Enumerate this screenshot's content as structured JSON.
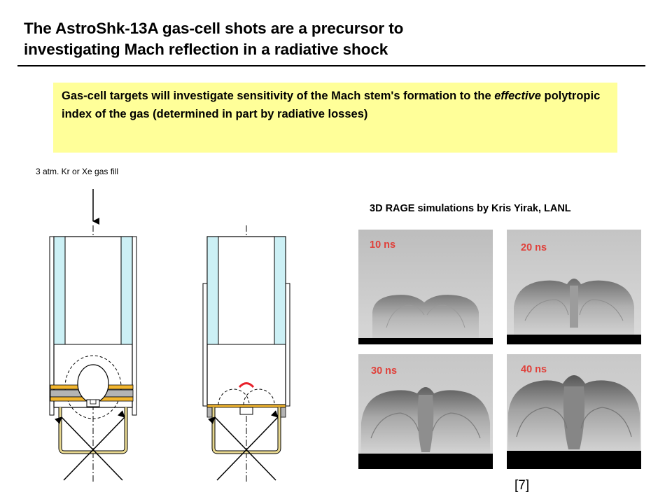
{
  "slide": {
    "title_line1": "The AstroShk-13A gas-cell shots are a precursor to",
    "title_line2": "investigating Mach reflection in a radiative shock",
    "callout": {
      "pre": "Gas-cell targets will investigate sensitivity of the Mach stem's formation to the ",
      "emph": "effective",
      "post": " polytropic index of the gas (determined in part by radiative losses)"
    },
    "gas_fill_label": "3 atm. Kr or Xe gas fill",
    "simulation_caption": "3D RAGE simulations by Kris Yirak, LANL",
    "panels": [
      {
        "time": "10 ns"
      },
      {
        "time": "20 ns"
      },
      {
        "time": "30 ns"
      },
      {
        "time": "40 ns"
      }
    ],
    "citation": "[7]"
  },
  "colors": {
    "callout_bg": "#ffff99",
    "tube_glass": "#ccf0f5",
    "gold_layer": "#f2b630",
    "gray_layer": "#b4b4b4",
    "time_label": "#e0403a",
    "shock_arc": "#e8202a"
  }
}
